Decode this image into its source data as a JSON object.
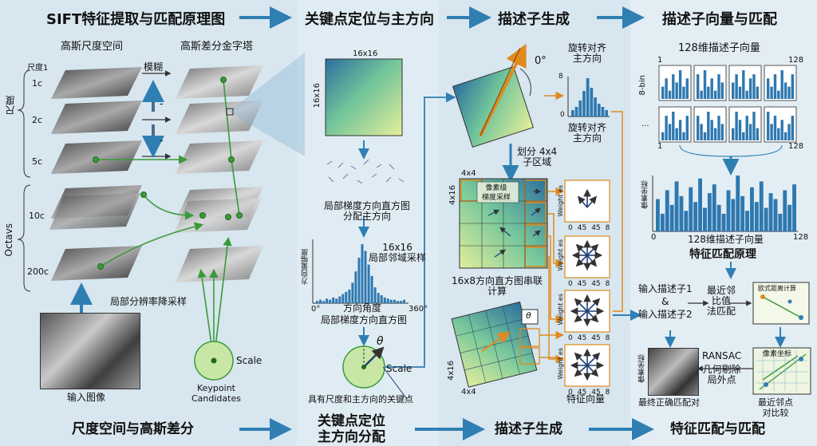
{
  "header": {
    "step1": "SIFT特征提取与匹配原理图",
    "step2": "关键点定位与主方向",
    "step3": "描述子生成",
    "step4": "描述子向量与匹配"
  },
  "footer": {
    "step1": "尺度空间与高斯差分",
    "step2_line1": "关键点定位",
    "step2_line2": "主方向分配",
    "step3": "描述子生成",
    "step4": "特征匹配与匹配"
  },
  "col1": {
    "gauss_title": "高斯尺度空间",
    "dog_title": "高斯差分金字塔",
    "blur": "模糊",
    "scale1": "尺度1",
    "scale_axis": "尺度",
    "octaves": "Octavs",
    "levels": [
      "1c",
      "2c",
      "5c",
      "10c",
      "200c"
    ],
    "minus": "-",
    "downsample": "局部分辨率降采样",
    "input_image": "输入图像",
    "scale": "Scale",
    "keypoint_candidates_1": "Keypoint",
    "keypoint_candidates_2": "Candidates"
  },
  "col2": {
    "patch_size_top": "16x16",
    "patch_size_side": "16x16",
    "grad_label_1": "局部梯度方向直方图",
    "grad_label_2": "分配主方向",
    "sample_label_1": "16x16",
    "sample_label_2": "局部邻域采样",
    "hist_ylabel": "方向量幅度",
    "hist_x0": "0°",
    "hist_x1": "360°",
    "hist_xlabel": "方向角度",
    "hist_title": "局部梯度方向直方图",
    "theta": "θ",
    "scale": "Scale",
    "keypoint_caption": "具有尺度和主方向的关键点"
  },
  "col3": {
    "zero_deg": "0°",
    "rotate_1": "旋转对齐",
    "rotate_2": "主方向",
    "rotate_3": "旋转对齐",
    "rotate_4": "主方向",
    "divide_1": "划分 4x4",
    "divide_2": "子区域",
    "grid_top": "4x4",
    "grid_side": "4x16",
    "pixel_grad_1": "像素级",
    "pixel_grad_2": "梯度采样",
    "concat_1": "16x8方向直方图串联",
    "concat_2": "计算",
    "theta": "θ",
    "grid2_side": "4x16",
    "grid2_bottom": "4x4",
    "hist_axis": [
      "0",
      "45",
      "45",
      "8"
    ],
    "hist_top_y": [
      "8",
      "0"
    ],
    "weight": "Weight es",
    "feature_vector": "特征向量"
  },
  "col4": {
    "vec128_title": "128维描述子向量",
    "grid_1": "1",
    "grid_128": "128",
    "bin8": "8-bin",
    "dots": "...",
    "big_ylabel": "像素坐标",
    "big_x0": "0",
    "big_x1": "128",
    "big_xlabel": "128维描述子向量",
    "match_title": "特征匹配原理",
    "desc1": "输入描述子1",
    "amp": "&",
    "desc2": "输入描述子2",
    "nn_1": "最近邻",
    "nn_2": "比值",
    "nn_3": "法匹配",
    "euclid": "欧式距离计算",
    "pixel_coord": "像素坐标",
    "ransac": "RANSAC",
    "ransac_2": "几何剔除",
    "ransac_3": "局外点",
    "final": "最终正确匹配对",
    "nn_compare_1": "最近邻点",
    "nn_compare_2": "对比较"
  },
  "colors": {
    "accent": "#2f7fb3",
    "green": "#3a9a3a",
    "orange": "#e08a1e",
    "bar": "#2e78b0",
    "bg": "#d6e5ee"
  },
  "chart_data": [
    {
      "type": "bar",
      "title": "局部梯度方向直方图",
      "xlabel": "方向角度",
      "ylabel": "方向量幅度",
      "values": [
        2,
        3,
        2,
        4,
        3,
        5,
        4,
        6,
        8,
        10,
        12,
        18,
        28,
        40,
        52,
        46,
        34,
        24,
        14,
        9,
        7,
        5,
        4,
        3,
        3,
        2,
        2,
        3
      ]
    },
    {
      "type": "bar",
      "title": "128维描述子向量",
      "xlabel": "128维描述子向量",
      "ylabel": "像素坐标",
      "values": [
        55,
        30,
        70,
        45,
        85,
        60,
        35,
        75,
        50,
        90,
        40,
        65,
        80,
        45,
        30,
        70,
        55,
        95,
        60,
        35,
        75,
        50,
        85,
        40,
        65,
        55,
        30,
        70,
        45,
        80
      ]
    }
  ]
}
